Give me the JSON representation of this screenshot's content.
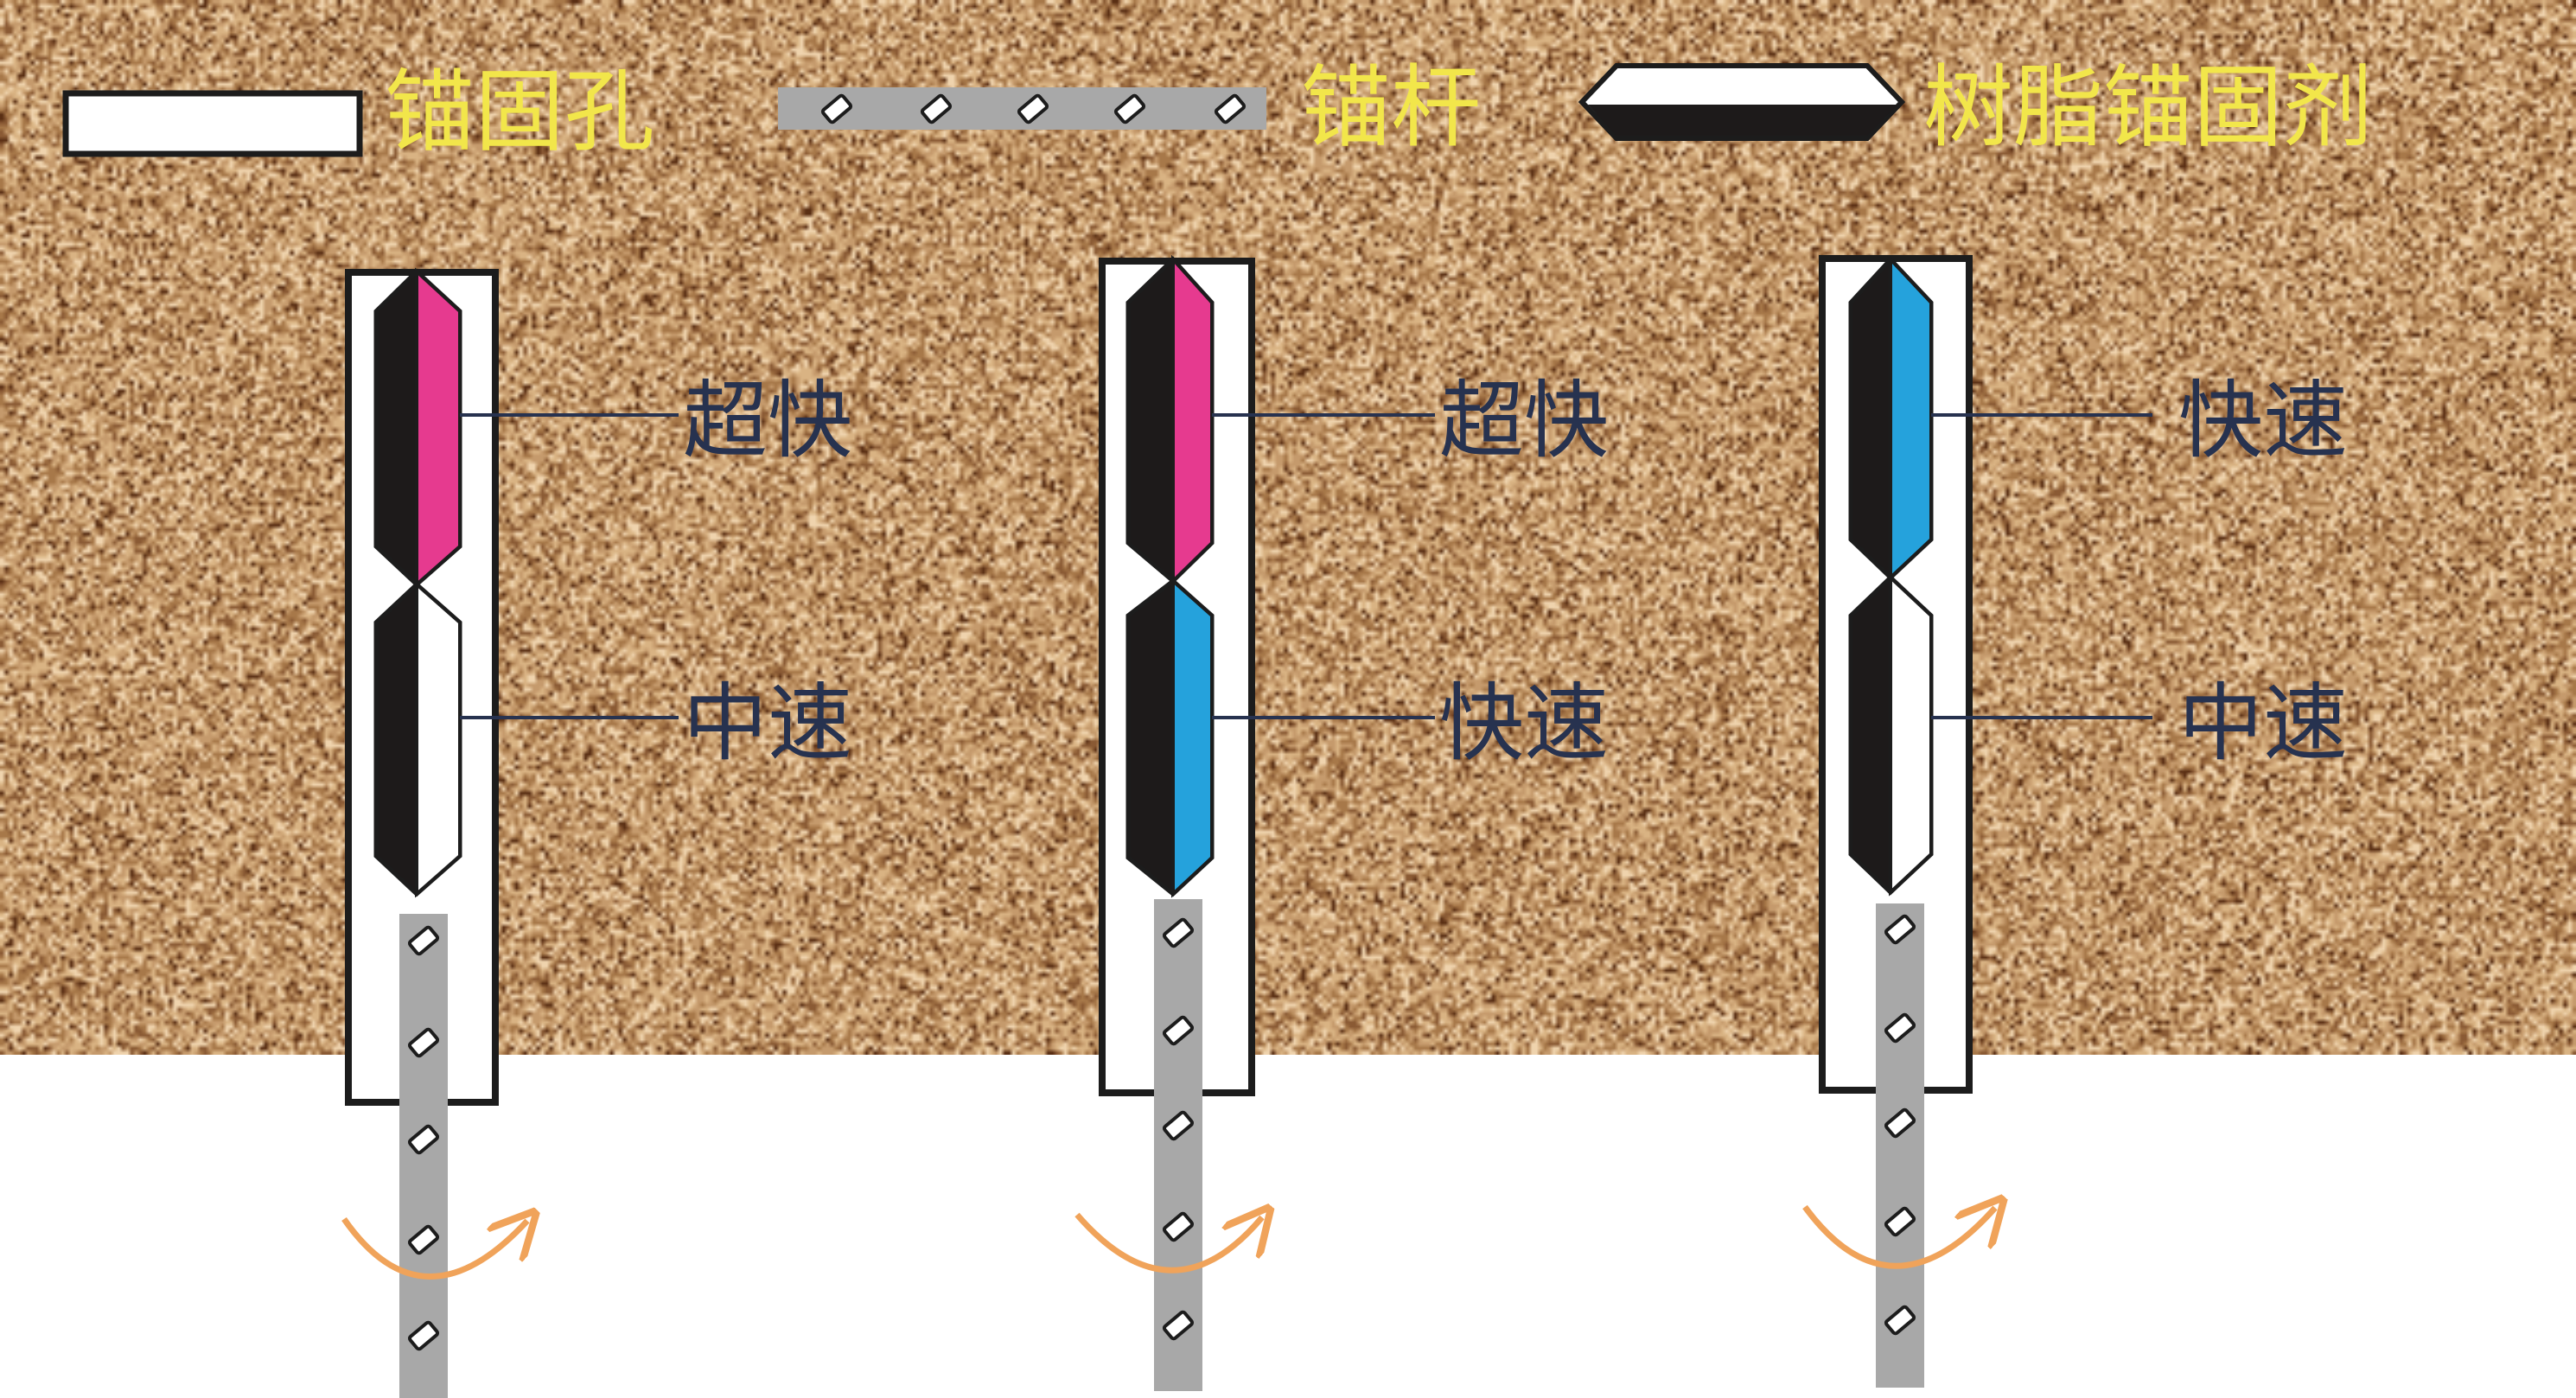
{
  "legend": {
    "hole_label": "锚固孔",
    "bolt_label": "锚杆",
    "resin_label": "树脂锚固剂"
  },
  "colors": {
    "soil_base": "#b8875c",
    "soil_dark": "#5a2f14",
    "soil_light": "#efd3ad",
    "ultra_fast": "#e63a8f",
    "fast": "#25a2dc",
    "medium": "#ffffff",
    "resin_shell": "#1d1a1a",
    "bolt": "#a8a8a8",
    "legend_text": "#f2e64a",
    "callout_text": "#27324f",
    "arrow": "#f0a35a"
  },
  "anchors": [
    {
      "upper_label": "超快",
      "upper_type": "ultra_fast",
      "lower_label": "中速",
      "lower_type": "medium"
    },
    {
      "upper_label": "超快",
      "upper_type": "ultra_fast",
      "lower_label": "快速",
      "lower_type": "fast"
    },
    {
      "upper_label": "快速",
      "upper_type": "fast",
      "lower_label": "中速",
      "lower_type": "medium"
    }
  ]
}
